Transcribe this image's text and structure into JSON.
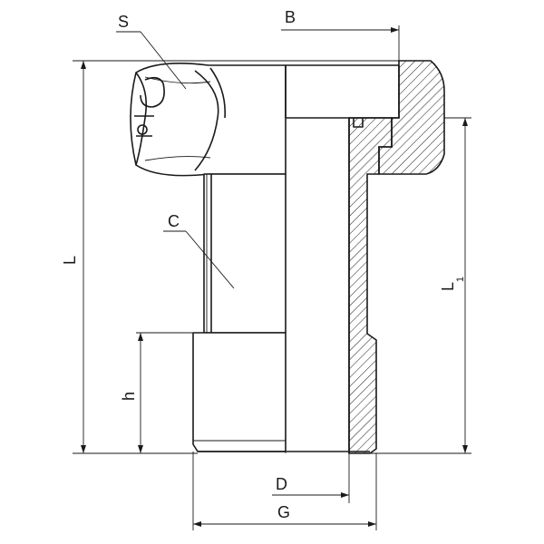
{
  "labels": {
    "nut": "S",
    "glass": "C",
    "length_total": "L",
    "length_partial_main": "L",
    "length_partial_sub": "1",
    "thread_height": "h",
    "nut_width": "B",
    "bore": "D",
    "thread_diameter": "G"
  },
  "colors": {
    "line": "#1a1a1a",
    "background": "#ffffff",
    "hatch": "#1a1a1a"
  }
}
